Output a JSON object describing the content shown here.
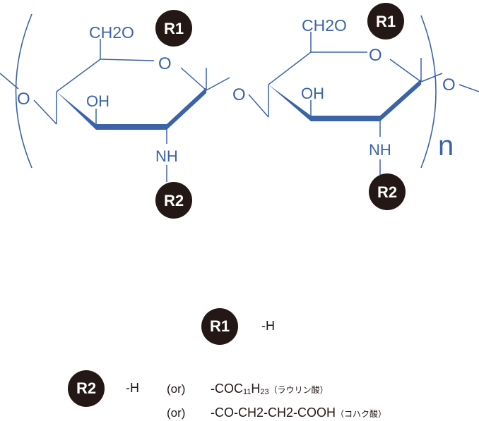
{
  "structure": {
    "ch2o": "CH2O",
    "ring_oxygen": "O",
    "glycosidic_oxygen": "O",
    "hydroxyl": "OH",
    "amine": "NH",
    "repeat_subscript": "n",
    "r1": "R1",
    "r2": "R2"
  },
  "legend": {
    "r1_badge": "R1",
    "r1_value": "-H",
    "r2_badge": "R2",
    "r2_value": "-H",
    "or_1": "(or)",
    "option_1_prefix": "-COC",
    "option_1_sub1": "11",
    "option_1_mid": "H",
    "option_1_sub2": "23",
    "option_1_note": "（ラウリン酸）",
    "or_2": "(or)",
    "option_2_formula": "-CO-CH2-CH2-COOH",
    "option_2_note": "（コハク酸）"
  },
  "colors": {
    "bond": "#3a63a8",
    "bold_bond": "#3a63a8",
    "badge": "#231815",
    "text": "#231815"
  }
}
